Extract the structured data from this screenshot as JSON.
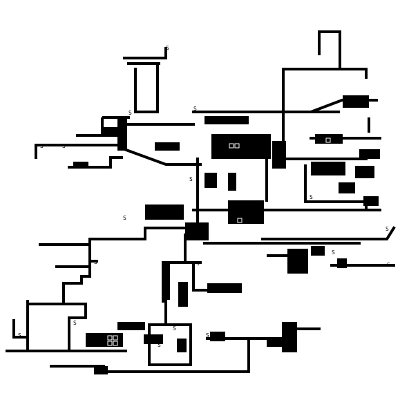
{
  "map": {
    "style": "binary dungeon / road-network map",
    "colors": {
      "background": "#ffffff",
      "ink": "#000000",
      "marker": "#ffffff"
    },
    "labels": [
      {
        "id": "s1",
        "text": "S"
      },
      {
        "id": "s2",
        "text": "S"
      },
      {
        "id": "s3",
        "text": "S"
      },
      {
        "id": "s4",
        "text": "S"
      },
      {
        "id": "s5",
        "text": "S"
      },
      {
        "id": "s6",
        "text": "S"
      },
      {
        "id": "s7",
        "text": "S"
      },
      {
        "id": "s8",
        "text": "S"
      },
      {
        "id": "s9",
        "text": "S"
      },
      {
        "id": "s10",
        "text": "S"
      },
      {
        "id": "s11",
        "text": "S"
      },
      {
        "id": "s12",
        "text": "S"
      },
      {
        "id": "s13",
        "text": "S"
      },
      {
        "id": "s14",
        "text": "S"
      },
      {
        "id": "s15",
        "text": "S"
      },
      {
        "id": "s16",
        "text": "S"
      },
      {
        "id": "s17",
        "text": "S"
      },
      {
        "id": "s18",
        "text": "S"
      },
      {
        "id": "s19",
        "text": "S"
      },
      {
        "id": "s20",
        "text": "S"
      }
    ]
  }
}
